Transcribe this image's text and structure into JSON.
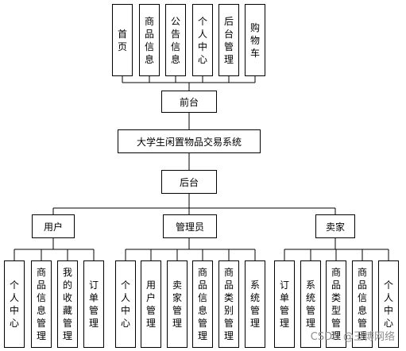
{
  "frontend_modules": [
    "首页",
    "商品信息",
    "公告信息",
    "个人中心",
    "后台管理",
    "购物车"
  ],
  "frontend": "前台",
  "system": "大学生闲置物品交易系统",
  "backend": "后台",
  "roles": [
    {
      "name": "用户",
      "modules": [
        "个人中心",
        "商品信息管理",
        "我的收藏管理",
        "订单管理"
      ]
    },
    {
      "name": "管理员",
      "modules": [
        "个人中心",
        "用户管理",
        "卖家管理",
        "商品信息管理",
        "商品类别管理",
        "系统管理"
      ]
    },
    {
      "name": "卖家",
      "modules": [
        "订单管理",
        "系统管理",
        "商品类型管理",
        "商品信息管理",
        "个人中心"
      ]
    }
  ],
  "watermark": "CSDN @王博网络"
}
